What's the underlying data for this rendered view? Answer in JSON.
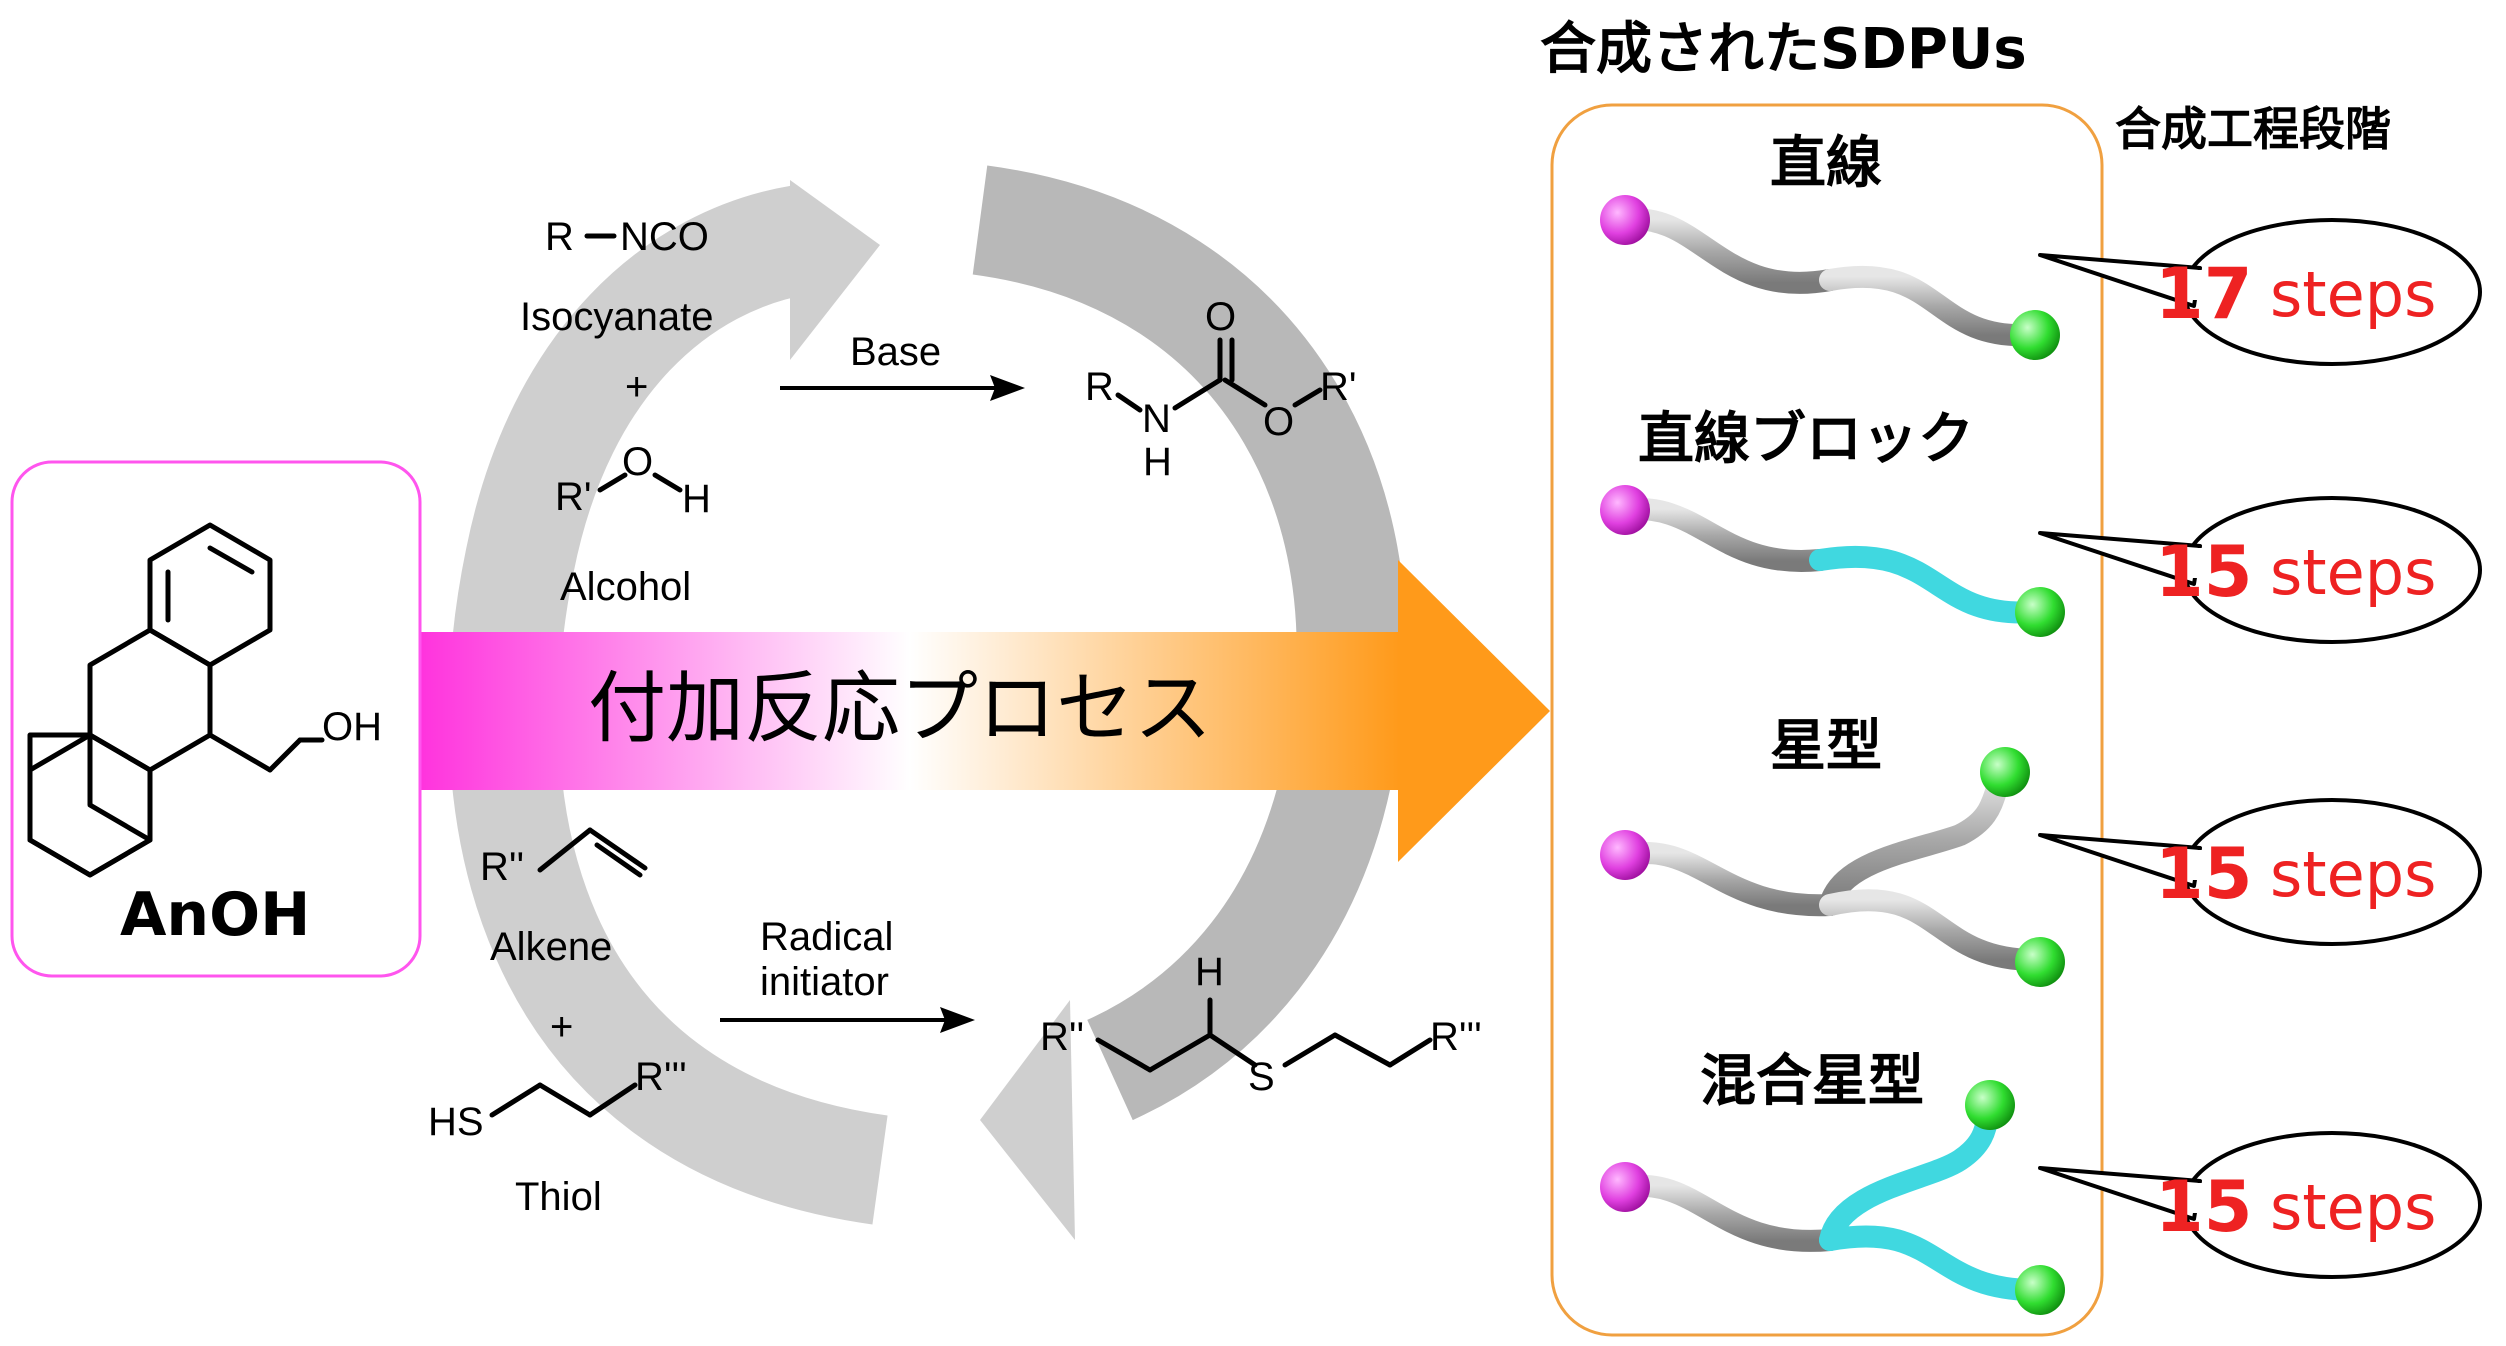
{
  "colors": {
    "process_gradient_start": "#ff33dd",
    "process_gradient_mid": "#ffffff",
    "process_gradient_end": "#ff9a1a",
    "anoh_box_border": "#ff55ee",
    "sdpu_box_border": "#f0a040",
    "steps_text": "#ee2222",
    "chain_gray": "#a8a8a8",
    "chain_cyan": "#40d8e0",
    "end_magenta": "#e040e0",
    "end_green": "#30dd30",
    "cycle_gray": "#c8c8c8"
  },
  "anoh": {
    "label": "AnOH",
    "oh_group": "OH"
  },
  "process": {
    "label": "付加反応プロセス"
  },
  "urethane": {
    "isocyanate_formula_r": "R",
    "isocyanate_formula_nco": "NCO",
    "isocyanate_name": "Isocyanate",
    "plus": "+",
    "alcohol_r": "R'",
    "alcohol_o": "O",
    "alcohol_h": "H",
    "alcohol_name": "Alcohol",
    "reagent": "Base",
    "product_r": "R",
    "product_n": "N",
    "product_h": "H",
    "product_carbonyl_o": "O",
    "product_ester_o": "O",
    "product_r2": "R'"
  },
  "thiolene": {
    "alkene_r": "R''",
    "alkene_name": "Alkene",
    "plus": "+",
    "thiol_hs": "HS",
    "thiol_r": "R'''",
    "thiol_name": "Thiol",
    "reagent_line1": "Radical",
    "reagent_line2": "initiator",
    "product_r": "R''",
    "product_h": "H",
    "product_s": "S",
    "product_r2": "R'''"
  },
  "sdpu": {
    "title": "合成されたSDPUs",
    "steps_header": "合成工程段階",
    "step_unit": "steps",
    "items": [
      {
        "name": "直線",
        "steps": "17"
      },
      {
        "name": "直線ブロック",
        "steps": "15"
      },
      {
        "name": "星型",
        "steps": "15"
      },
      {
        "name": "混合星型",
        "steps": "15"
      }
    ]
  }
}
